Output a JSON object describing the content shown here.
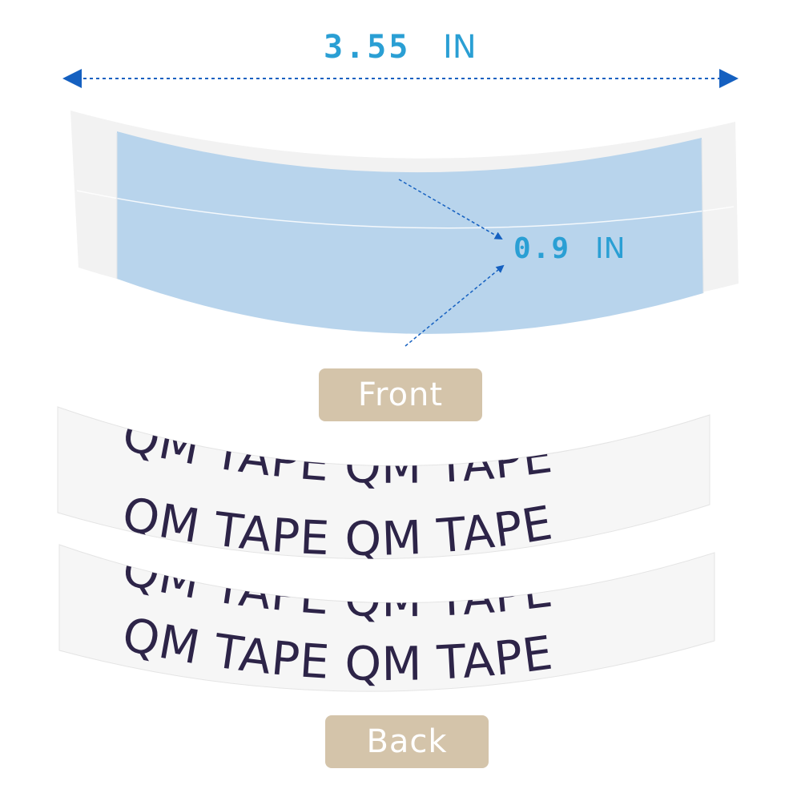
{
  "measurements": {
    "width_value": "3.55",
    "width_unit": "IN",
    "height_value": "0.9",
    "height_unit": "IN",
    "color": "#2a9fd4",
    "arrow_color": "#1560c0"
  },
  "front": {
    "label": "Front",
    "tape_color": "#b8d4ec",
    "liner_color": "#f2f2f2"
  },
  "back": {
    "label": "Back",
    "strips": [
      {
        "top_text": "QM TAPE QM TAPE",
        "main_text": "QM TAPE QM TAPE"
      },
      {
        "top_text": "QM TAPE QM TAPE",
        "main_text": "QM TAPE QM TAPE"
      }
    ],
    "text_color": "#2d2448",
    "strip_color": "#f6f6f6"
  },
  "badge_color": "#d4c4aa"
}
